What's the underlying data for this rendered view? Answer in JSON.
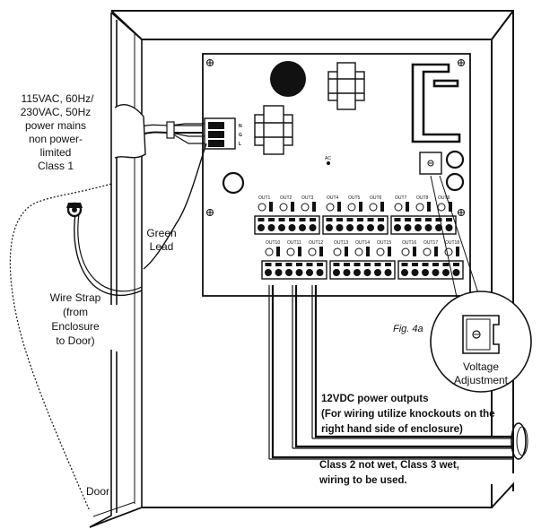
{
  "labels": {
    "mains": [
      "115VAC, 60Hz/",
      "230VAC, 50Hz",
      "power mains",
      "non power-",
      "limited",
      "Class 1"
    ],
    "green_lead": [
      "Green",
      "Lead"
    ],
    "wire_strap": [
      "Wire Strap",
      "(from",
      "Enclosure",
      "to Door)"
    ],
    "door": "Door",
    "fig": "Fig. 4a",
    "voltage_adj": [
      "Voltage",
      "Adjustment"
    ],
    "outputs": [
      "12VDC power outputs",
      "(For wiring utilize knockouts on the",
      "right hand side of enclosure)"
    ],
    "class_note": [
      "Class 2 not wet, Class 3 wet,",
      "wiring to be used."
    ],
    "connector_pins": [
      "N",
      "G",
      "L"
    ],
    "ac_mark": "AC"
  },
  "outputs": {
    "row1": [
      "OUT1",
      "OUT2",
      "OUT3",
      "OUT4",
      "OUT5",
      "OUT6",
      "OUT7",
      "OUT8",
      "OUT9"
    ],
    "row2": [
      "OUT10",
      "OUT11",
      "OUT12",
      "OUT13",
      "OUT14",
      "OUT15",
      "OUT16",
      "OUT17",
      "OUT18"
    ]
  }
}
